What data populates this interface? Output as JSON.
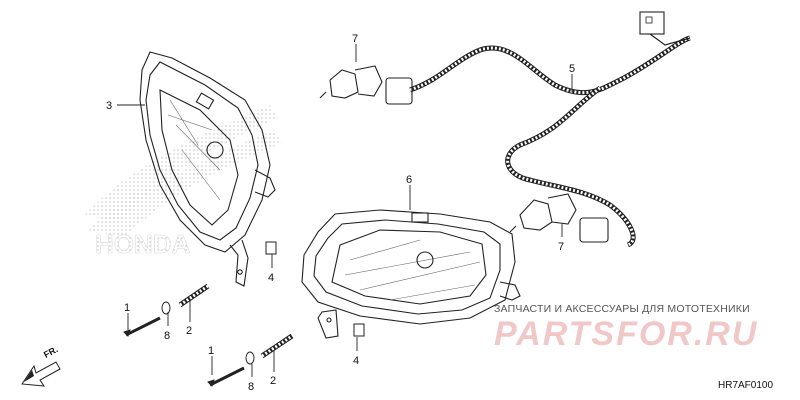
{
  "callouts": {
    "c1a": "1",
    "c1b": "1",
    "c2a": "2",
    "c2b": "2",
    "c3": "3",
    "c4a": "4",
    "c4b": "4",
    "c5": "5",
    "c6": "6",
    "c7a": "7",
    "c7b": "7",
    "c8a": "8",
    "c8b": "8"
  },
  "watermark": {
    "brand_text": "HONDA",
    "promo_text": "ЗАПЧАСТИ И АКСЕССУАРЫ ДЛЯ МОТОТЕХНИКИ",
    "logo_text": "PARTSFOR.RU"
  },
  "direction_label": "FR.",
  "diagram_code": "HR7AF0100",
  "colors": {
    "line": "#222222",
    "watermark_gray": "#d6d6d6",
    "watermark_pink": "#f1c8c8"
  }
}
